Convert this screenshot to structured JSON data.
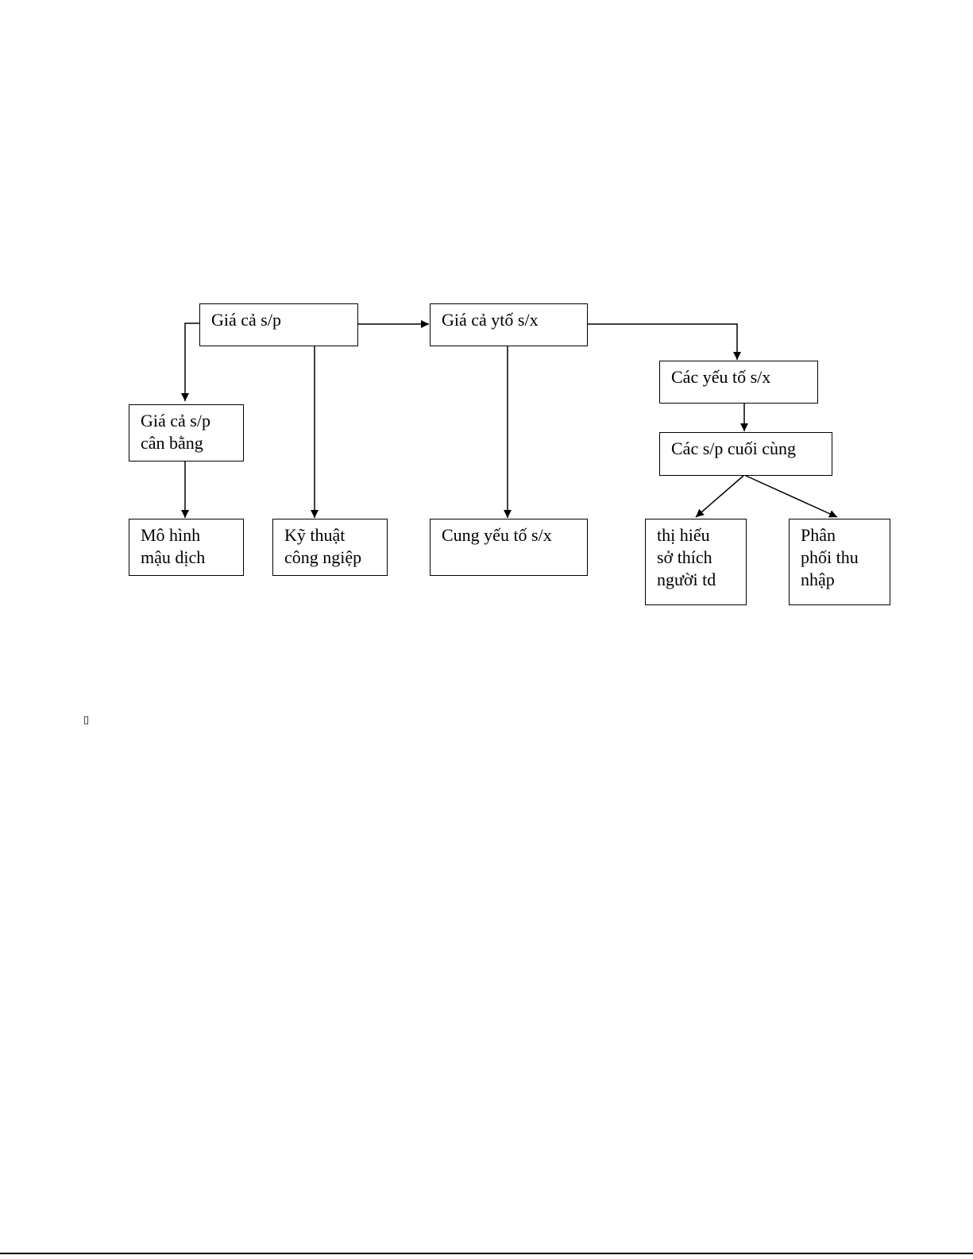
{
  "diagram": {
    "boxes": {
      "product_price": "Giá cả s/p",
      "factor_price": "Giá cả ytố s/x",
      "production_factors": "Các yếu tố s/x",
      "equilibrium_price": [
        "Giá cả s/p",
        "cân bằng"
      ],
      "final_products": "Các s/p cuối cùng",
      "trade_model": [
        "Mô hình",
        "mậu dịch"
      ],
      "industrial_technology": [
        "Kỹ thuật",
        "công ngiệp"
      ],
      "factor_supply": "Cung yếu tố s/x",
      "consumer_preferences": [
        "thị hiếu",
        "sở thích",
        "người td"
      ],
      "income_distribution": [
        "Phân",
        "phối thu",
        "nhập"
      ]
    },
    "stray_glyph": "▯"
  }
}
